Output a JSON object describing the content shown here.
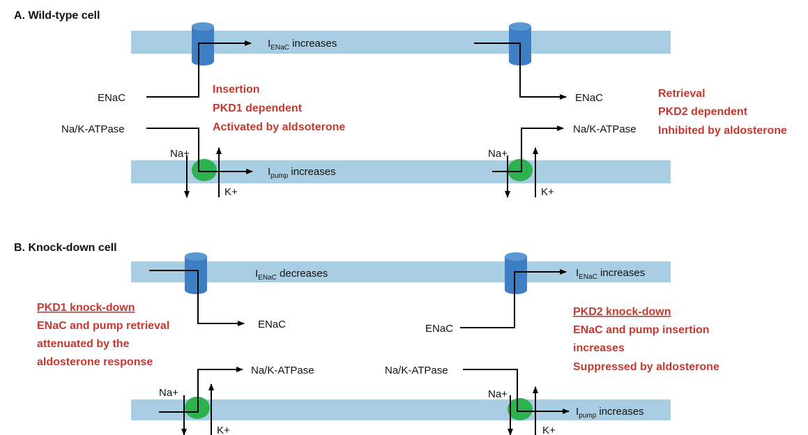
{
  "colors": {
    "membrane": "#a9cde3",
    "channel": "#3d7fc2",
    "channel_top": "#5a98d4",
    "pump": "#2eb24f",
    "note_text": "#c4392f",
    "arrow": "#000000"
  },
  "panel_a": {
    "title": "A. Wild-type cell",
    "left": {
      "current_top": {
        "symbol": "I",
        "subscript": "ENaC",
        "text": " increases"
      },
      "enac_label": "ENaC",
      "pump_label": "Na/K-ATPase",
      "current_bottom": {
        "symbol": "I",
        "subscript": "pump",
        "text": " increases"
      },
      "na_label": "Na+",
      "k_label": "K+",
      "notes": [
        "Insertion",
        "PKD1 dependent",
        "Activated by aldsoterone"
      ]
    },
    "right": {
      "enac_label": "ENaC",
      "pump_label": "Na/K-ATPase",
      "na_label": "Na+",
      "k_label": "K+",
      "notes": [
        "Retrieval",
        "PKD2 dependent",
        "Inhibited by aldosterone"
      ]
    }
  },
  "panel_b": {
    "title": "B. Knock-down cell",
    "left": {
      "current_top": {
        "symbol": "I",
        "subscript": "ENaC",
        "text": " decreases"
      },
      "enac_label": "ENaC",
      "pump_label": "Na/K-ATPase",
      "na_label": "Na+",
      "k_label": "K+",
      "notes_heading": "PKD1 knock-down",
      "notes": [
        "ENaC and pump retrieval",
        "attenuated by the",
        "aldosterone response"
      ]
    },
    "right": {
      "current_top": {
        "symbol": "I",
        "subscript": "ENaC",
        "text": " increases"
      },
      "enac_label": "ENaC",
      "pump_label": "Na/K-ATPase",
      "current_bottom": {
        "symbol": "I",
        "subscript": "pump",
        "text": " increases"
      },
      "na_label": "Na+",
      "k_label": "K+",
      "notes_heading": "PKD2 knock-down",
      "notes": [
        "ENaC and pump insertion",
        "increases",
        "Suppressed by aldosterone"
      ]
    }
  }
}
